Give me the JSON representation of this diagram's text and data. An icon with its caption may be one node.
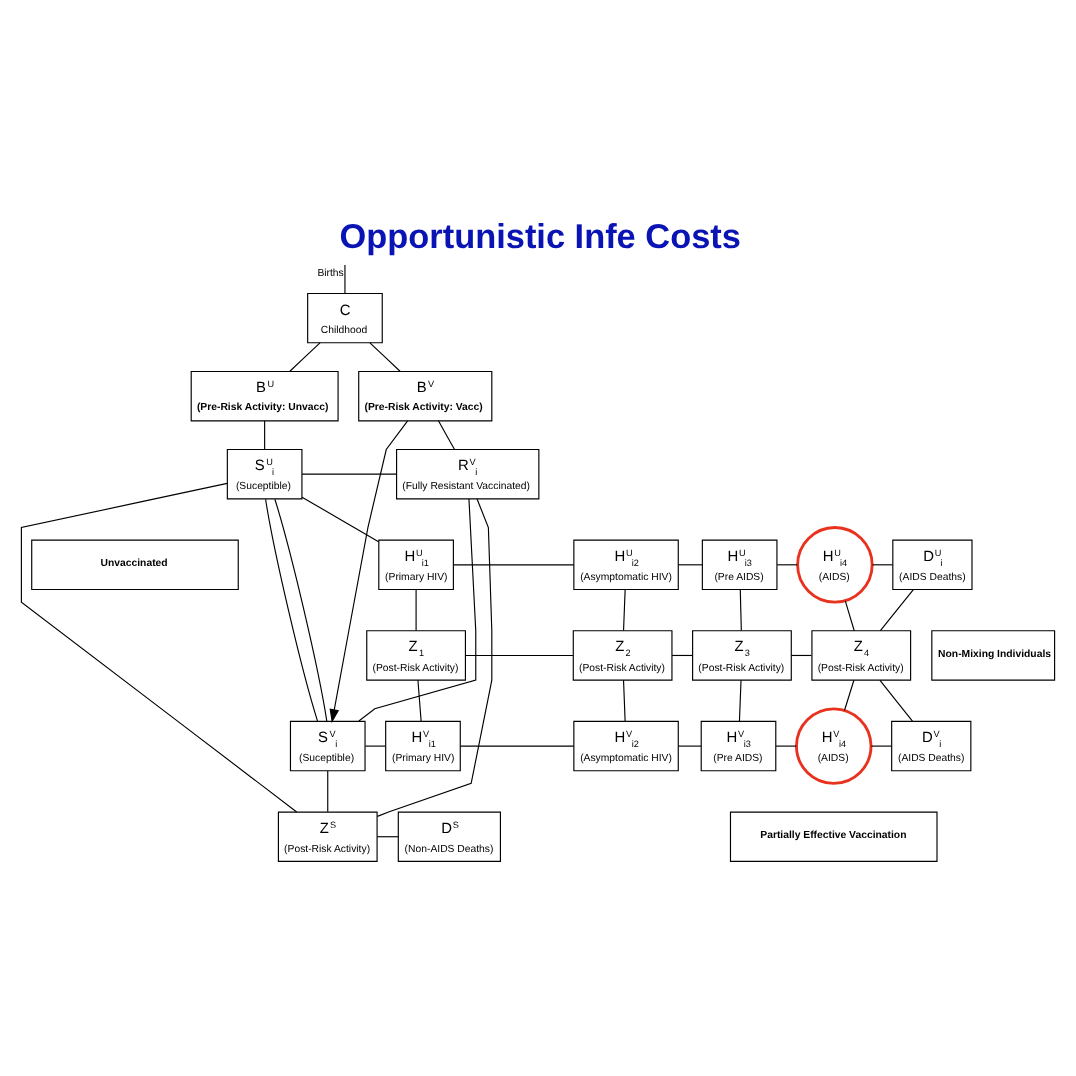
{
  "diagram": {
    "title": "Opportunistic Infe Costs",
    "nodes": [
      {
        "text": [
          "C",
          "Childhood"
        ]
      },
      {
        "text": [
          "B$^{V}$",
          "(Pre-Risk Activity: Vacc)"
        ]
      },
      {
        "text": [
          "B$^{U}$",
          "(Pre-Risk Activity: Unvacc)"
        ]
      },
      {
        "text": [
          "S$^{U}$$_{i}$",
          "(Suceptible)"
        ]
      },
      {
        "text": [
          "Unvaccinated"
        ]
      },
      {
        "text": [
          "H$^{U}$$_{i1}$",
          "(Primary HIV)"
        ]
      },
      {
        "text": [
          "H$^{U}$$_{i2}$",
          "(Asymptomatic HIV)"
        ]
      },
      {
        "text": [
          "H$^{U}$$_{i3}$",
          "(Pre AIDS)"
        ]
      },
      {
        "text": [
          "H$^{U}$$_{i4}$",
          "(AIDS)"
        ]
      },
      {
        "text": [
          "D$^{U}$$_{i}$",
          "(AIDS Deaths)"
        ]
      },
      {
        "text": [
          "Z$_{1}$",
          "(Post-Risk Activity)"
        ]
      },
      {
        "text": [
          "Z$_{2}$",
          "(Post-Risk Activity)"
        ]
      },
      {
        "text": [
          "Z$_{3}$",
          "(Post-Risk Activity)"
        ]
      },
      {
        "text": [
          "Z$_{4}$",
          "(Post-Risk Activity)"
        ]
      },
      {
        "text": [
          "Non-Mixing Individuals"
        ]
      },
      {
        "text": [
          "R$^{V}$$_{i}$",
          "(Fully Resistant Vaccinated)"
        ]
      },
      {
        "text": [
          "S$^{V}$$_{i}$",
          "(Suceptible)"
        ]
      },
      {
        "text": [
          "H$^{V}$$_{i1}$",
          "(Primary HIV)"
        ]
      },
      {
        "text": [
          "H$^{V}$$_{i2}$",
          "(Asymptomatic HIV)"
        ]
      },
      {
        "text": [
          "H$^{V}$$_{i3}$",
          "(Pre AIDS)"
        ]
      },
      {
        "text": [
          "H$^{V}$$_{i4}$",
          "(AIDS)"
        ]
      },
      {
        "text": [
          "D$^{V}$$_{i}$",
          "(AIDS Deaths)"
        ]
      },
      {
        "text": [
          "Partially Effective Vaccination"
        ]
      },
      {
        "text": [
          "Z$^{S}$",
          "(Post-Risk Activity)"
        ]
      },
      {
        "text": [
          "D$^{S}$",
          "(Non-AIDS Deaths)"
        ]
      }
    ],
    "edges": [
      {
        "from": null,
        "to": 0,
        "arrow": "none",
        "label": "Births"
      },
      {
        "from": 0,
        "to": 1,
        "arrow": "none"
      },
      {
        "from": 0,
        "to": 2,
        "arrow": "none"
      },
      {
        "from": 2,
        "to": 3,
        "arrow": "none"
      },
      {
        "from": 1,
        "to": 16,
        "arrow": "to"
      },
      {
        "from": 1,
        "to": 15,
        "arrow": "none"
      },
      {
        "from": 3,
        "to": 15,
        "arrow": "none"
      },
      {
        "from": 3,
        "to": 16,
        "arrow": "none"
      },
      {
        "from": 3,
        "to": 16,
        "arrow": "none"
      },
      {
        "from": 3,
        "to": 23,
        "arrow": "none"
      },
      {
        "from": 15,
        "to": 16,
        "arrow": "none"
      },
      {
        "from": 15,
        "to": 23,
        "arrow": "none"
      },
      {
        "from": 16,
        "to": 23,
        "arrow": "none"
      },
      {
        "from": 3,
        "to": 5,
        "arrow": "none"
      },
      {
        "from": 5,
        "to": 6,
        "arrow": "none"
      },
      {
        "from": 6,
        "to": 7,
        "arrow": "none"
      },
      {
        "from": 7,
        "to": 8,
        "arrow": "none"
      },
      {
        "from": 8,
        "to": 9,
        "arrow": "none"
      },
      {
        "from": 5,
        "to": 10,
        "arrow": "none"
      },
      {
        "from": 6,
        "to": 11,
        "arrow": "none"
      },
      {
        "from": 7,
        "to": 12,
        "arrow": "none"
      },
      {
        "from": 8,
        "to": 13,
        "arrow": "none"
      },
      {
        "from": 9,
        "to": 13,
        "arrow": "none"
      },
      {
        "from": 10,
        "to": 11,
        "arrow": "none"
      },
      {
        "from": 11,
        "to": 12,
        "arrow": "none"
      },
      {
        "from": 12,
        "to": 13,
        "arrow": "none"
      },
      {
        "from": 10,
        "to": 17,
        "arrow": "none"
      },
      {
        "from": 11,
        "to": 18,
        "arrow": "none"
      },
      {
        "from": 12,
        "to": 19,
        "arrow": "none"
      },
      {
        "from": 13,
        "to": 20,
        "arrow": "none"
      },
      {
        "from": 13,
        "to": 21,
        "arrow": "none"
      },
      {
        "from": 16,
        "to": 17,
        "arrow": "none"
      },
      {
        "from": 17,
        "to": 18,
        "arrow": "none"
      },
      {
        "from": 18,
        "to": 19,
        "arrow": "none"
      },
      {
        "from": 19,
        "to": 20,
        "arrow": "none"
      },
      {
        "from": 20,
        "to": 21,
        "arrow": "none"
      },
      {
        "from": 23,
        "to": 24,
        "arrow": "none"
      }
    ]
  }
}
